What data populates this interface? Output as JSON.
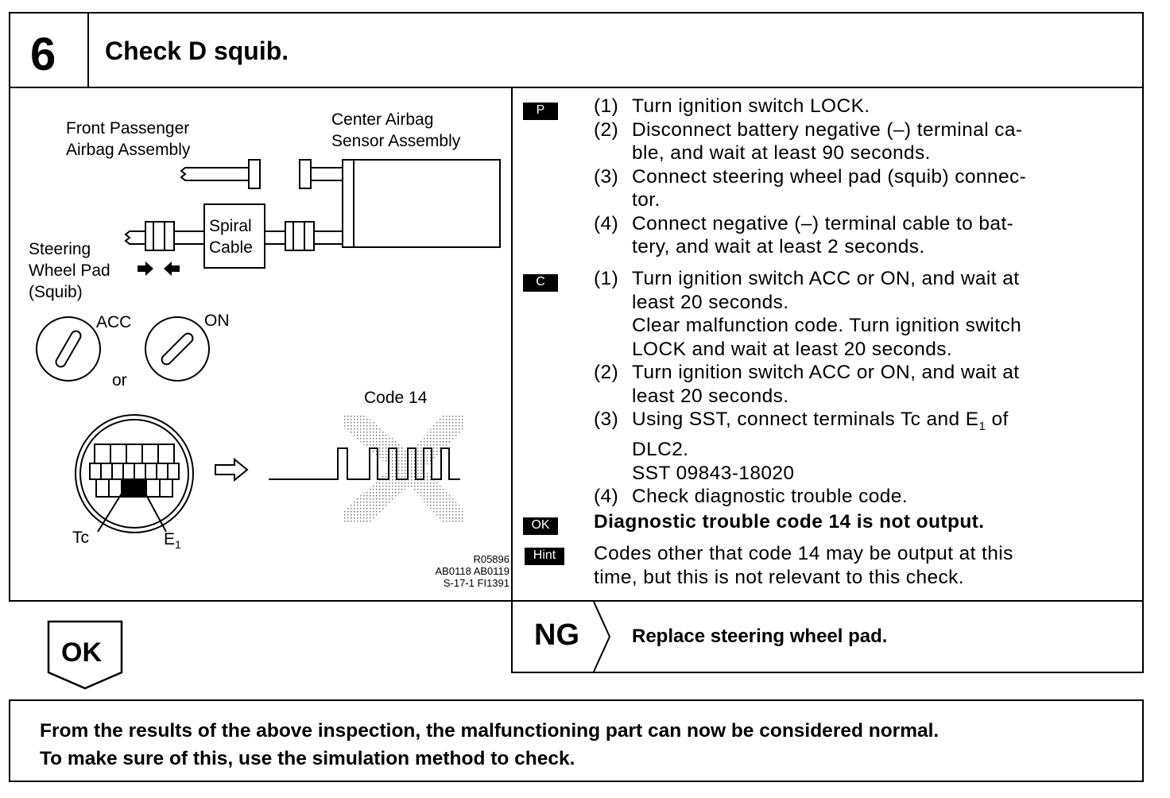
{
  "header": {
    "step_number": "6",
    "title": "Check D squib."
  },
  "diagram": {
    "front_passenger_airbag": "Front Passenger\nAirbag Assembly",
    "center_airbag_sensor": "Center Airbag\nSensor Assembly",
    "spiral_cable": "Spiral\nCable",
    "steering_wheel_pad": "Steering\nWheel Pad\n(Squib)",
    "acc_label": "ACC",
    "on_label": "ON",
    "or_label": "or",
    "code_label": "Code 14",
    "tc_label": "Tc",
    "e1_label": "E",
    "e1_sub": "1",
    "ref_codes": "R05896\nAB0118 AB0119\nS-17-1 FI1391"
  },
  "instructions": {
    "p_badge": "P",
    "p_steps": [
      {
        "num": "(1)",
        "lines": [
          "Turn ignition switch LOCK."
        ]
      },
      {
        "num": "(2)",
        "lines": [
          "Disconnect battery negative (–) terminal ca-",
          "ble, and wait at least 90 seconds."
        ]
      },
      {
        "num": "(3)",
        "lines": [
          "Connect steering wheel pad (squib) connec-",
          "tor."
        ]
      },
      {
        "num": "(4)",
        "lines": [
          "Connect negative (–) terminal cable to bat-",
          "tery, and wait at least 2 seconds."
        ]
      }
    ],
    "c_badge": "C",
    "c_steps": [
      {
        "num": "(1)",
        "lines": [
          "Turn ignition switch ACC or ON, and wait at",
          "least 20 seconds.",
          "Clear malfunction code. Turn ignition switch",
          "LOCK and wait at least 20 seconds."
        ]
      },
      {
        "num": "(2)",
        "lines": [
          "Turn ignition switch ACC or ON, and wait at",
          "least 20 seconds."
        ]
      },
      {
        "num": "(3)",
        "lines": [
          "Using SST, connect terminals Tc and E",
          "DLC2.",
          "SST  09843-18020"
        ],
        "sub": "1",
        "tail": " of"
      },
      {
        "num": "(4)",
        "lines": [
          "Check diagnostic trouble code."
        ]
      }
    ],
    "ok_badge": "OK",
    "ok_text": "Diagnostic trouble code 14 is not output.",
    "hint_badge": "Hint",
    "hint_lines": [
      "Codes other that code 14 may be output at this",
      "time, but this is not relevant to this check."
    ]
  },
  "result": {
    "ok_label": "OK",
    "ng_label": "NG",
    "ng_action": "Replace steering wheel pad."
  },
  "footer": {
    "lines": [
      "From the results of the above inspection, the malfunctioning part can now be considered normal.",
      "To make sure of this, use the simulation method to check."
    ]
  }
}
